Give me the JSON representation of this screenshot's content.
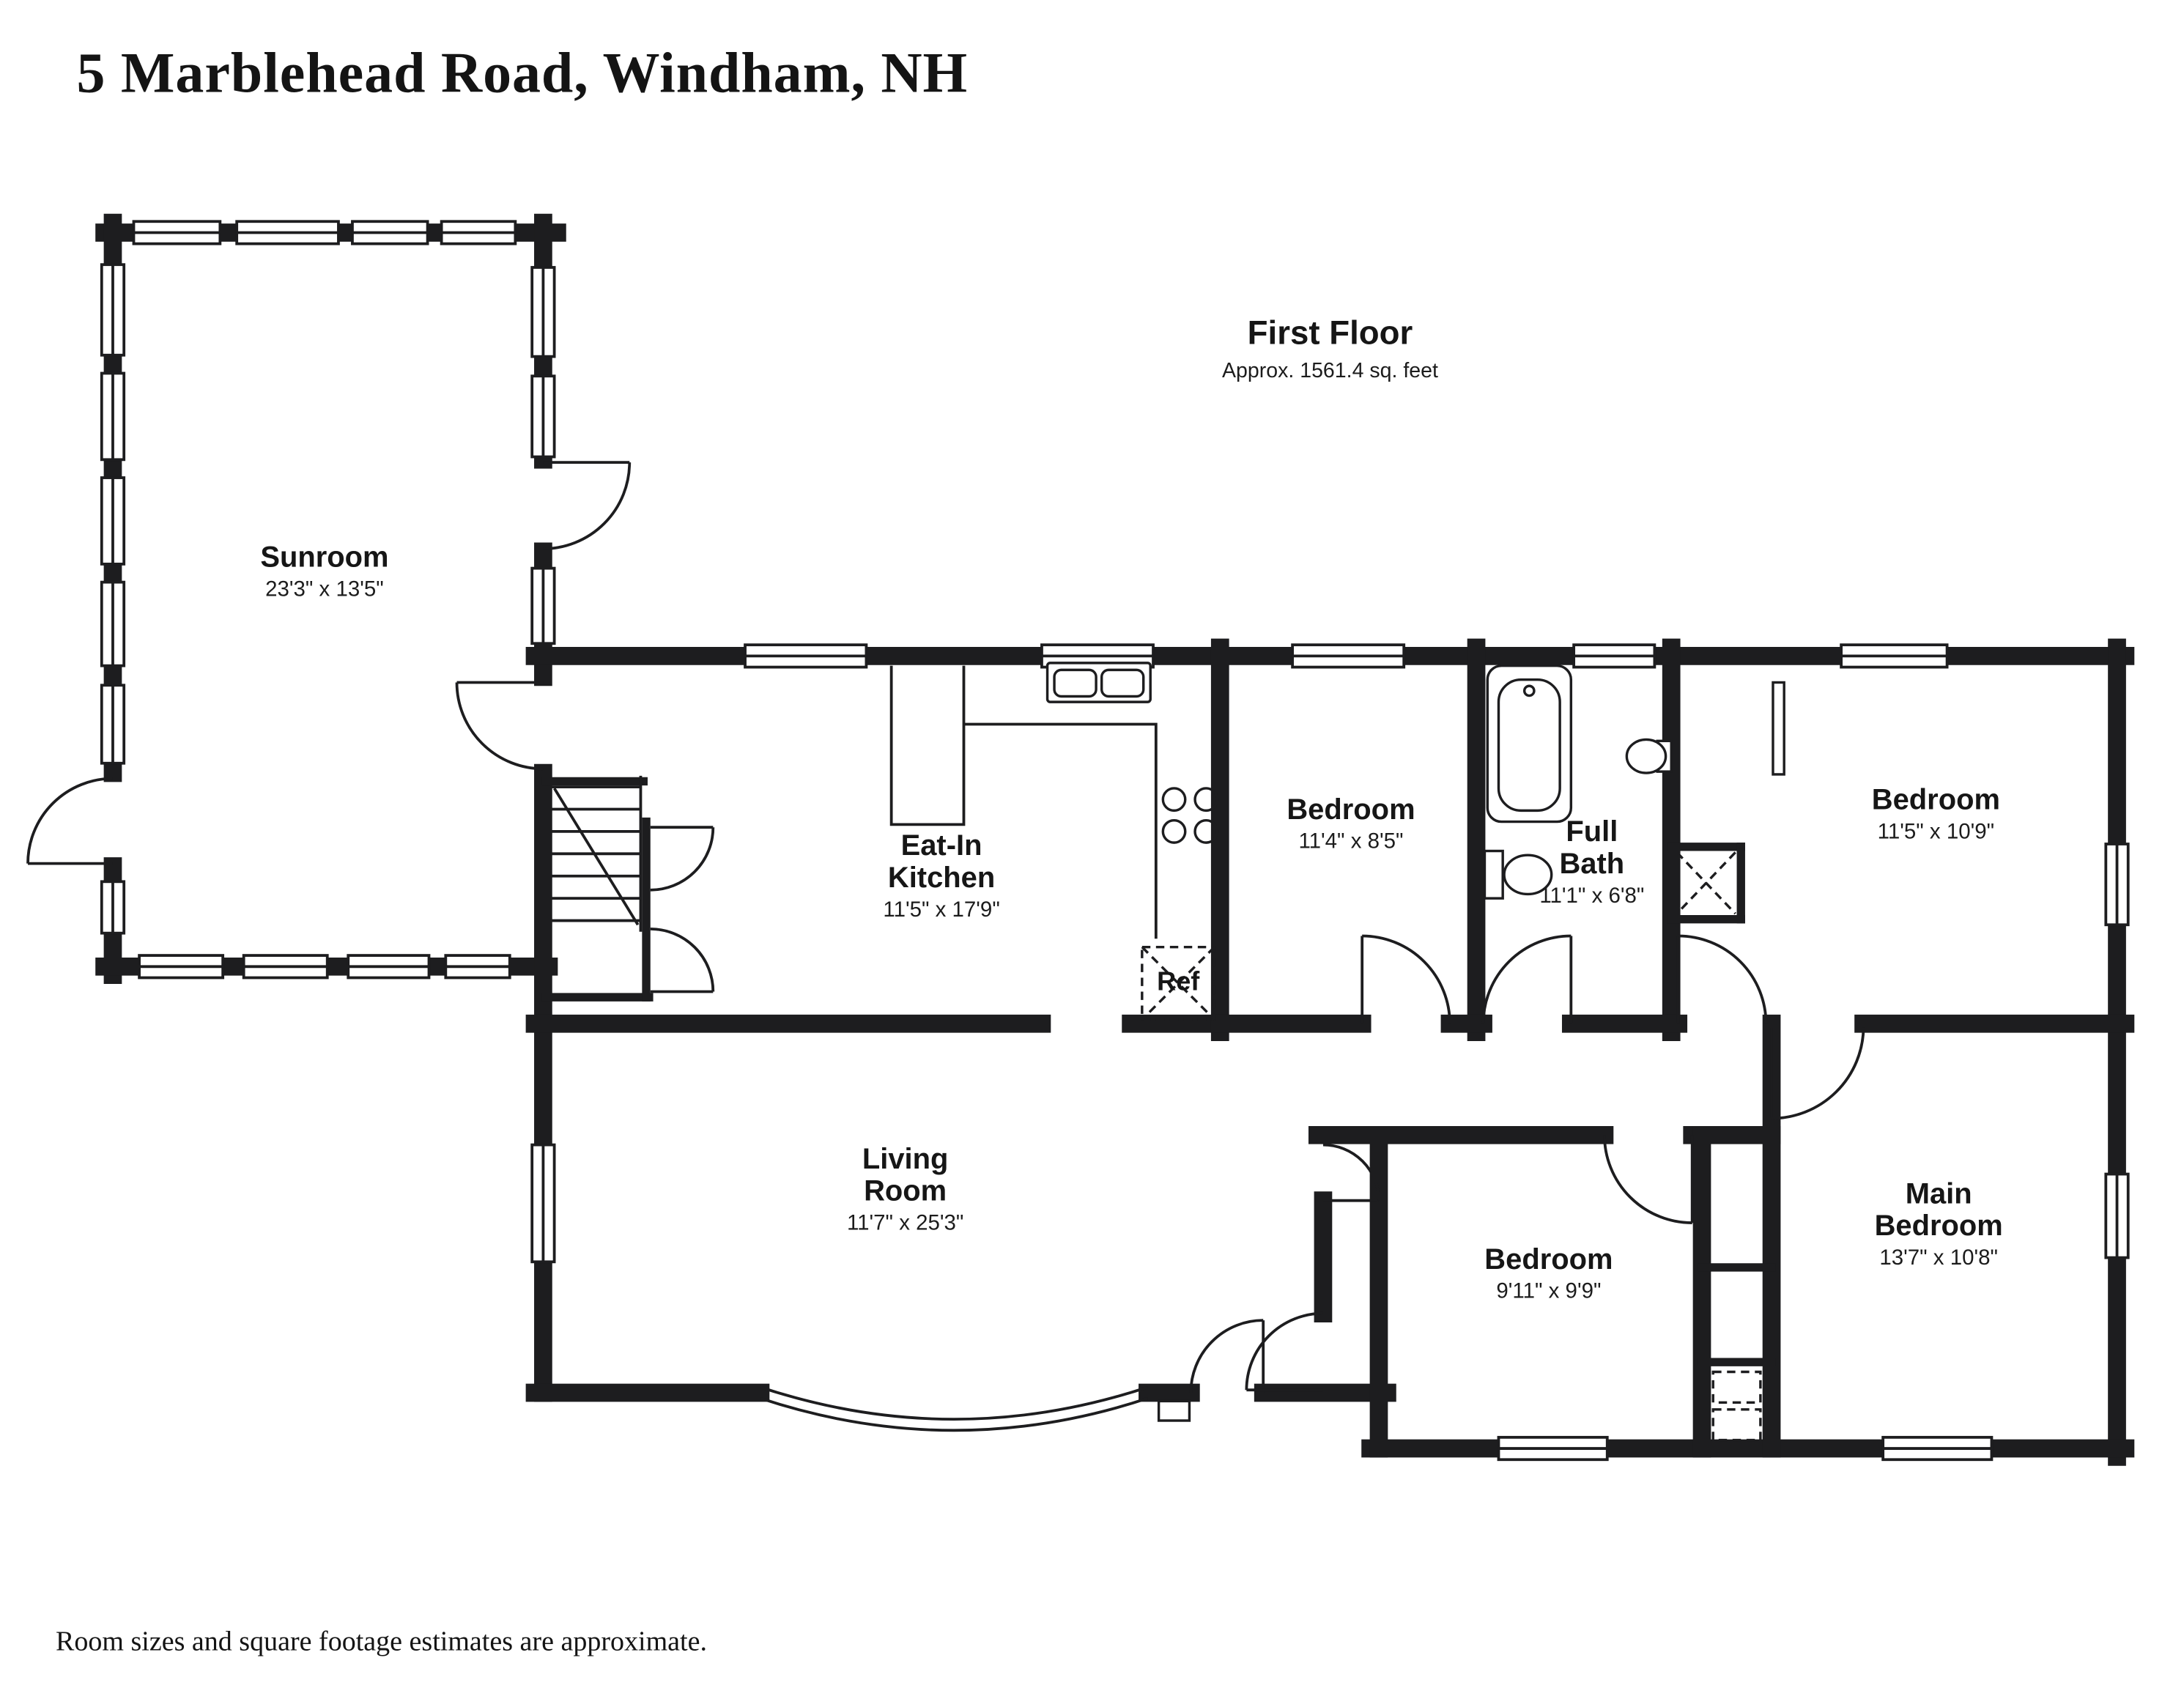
{
  "page": {
    "title": "5 Marblehead Road, Windham, NH",
    "footer_note": "Room sizes and square footage estimates are approximate."
  },
  "floor": {
    "name": "First Floor",
    "area_note": "Approx. 1561.4 sq. feet"
  },
  "rooms": [
    {
      "name": "Sunroom",
      "dims": "23'3\" x 13'5\""
    },
    {
      "name": "Eat-In",
      "name2": "Kitchen",
      "dims": "11'5\" x 17'9\""
    },
    {
      "name": "Bedroom",
      "dims": "11'4\" x 8'5\""
    },
    {
      "name": "Full",
      "name2": "Bath",
      "dims": "11'1\" x 6'8\""
    },
    {
      "name": "Bedroom",
      "dims": "11'5\" x 10'9\""
    },
    {
      "name": "Living",
      "name2": "Room",
      "dims": "11'7\" x 25'3\""
    },
    {
      "name": "Bedroom",
      "dims": "9'11\" x 9'9\""
    },
    {
      "name": "Main",
      "name2": "Bedroom",
      "dims": "13'7\" x 10'8\""
    }
  ],
  "fixtures": {
    "ref_label": "Ref"
  },
  "colors": {
    "wall": "#1d1d1f",
    "text": "#1c1c1c"
  }
}
